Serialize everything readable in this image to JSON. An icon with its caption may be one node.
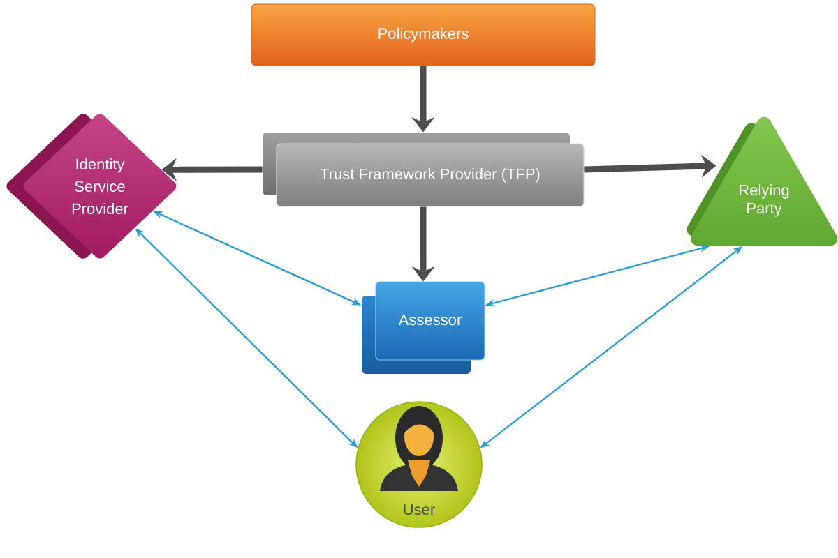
{
  "diagram": {
    "nodes": [
      {
        "text": [
          "Policymakers"
        ]
      },
      {
        "text": [
          "Identity Service Provider"
        ]
      },
      {
        "text": [
          "Trust Framework Provider (TFP)"
        ]
      },
      {
        "text": [
          "Relying Party"
        ]
      },
      {
        "text": [
          "Assessor"
        ]
      },
      {
        "text": [
          "User"
        ]
      }
    ],
    "edges": [
      {
        "from": 0,
        "to": 2,
        "arrow": "to",
        "style": "thick",
        "color": "#4d4d4d"
      },
      {
        "from": 2,
        "to": 1,
        "arrow": "to",
        "style": "thick",
        "color": "#4d4d4d"
      },
      {
        "from": 2,
        "to": 3,
        "arrow": "to",
        "style": "thick",
        "color": "#4d4d4d"
      },
      {
        "from": 2,
        "to": 4,
        "arrow": "to",
        "style": "thick",
        "color": "#4d4d4d"
      },
      {
        "from": 1,
        "to": 4,
        "arrow": "both",
        "color": "#2a9fd8"
      },
      {
        "from": 1,
        "to": 5,
        "arrow": "both",
        "color": "#2a9fd8"
      },
      {
        "from": 3,
        "to": 4,
        "arrow": "both",
        "color": "#2a9fd8"
      },
      {
        "from": 3,
        "to": 5,
        "arrow": "both",
        "color": "#2a9fd8"
      }
    ]
  }
}
